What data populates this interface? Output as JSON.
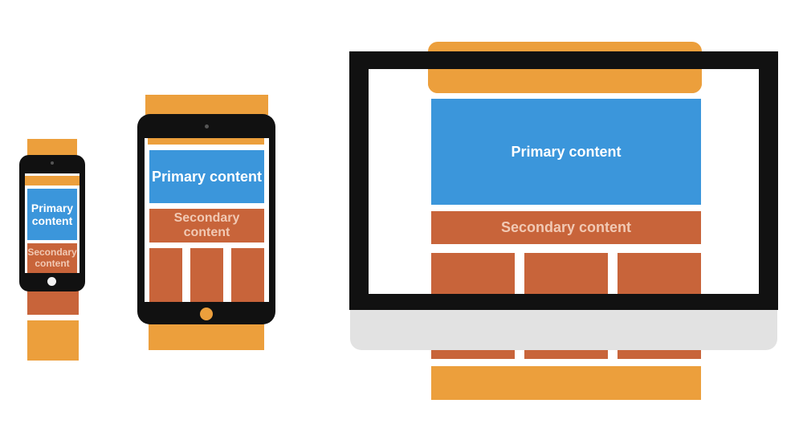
{
  "colors": {
    "header_footer": "#ec9f3c",
    "primary": "#3b96db",
    "secondary": "#c8643a",
    "bezel": "#111111",
    "monitor_chin": "#e2e2e2",
    "screen": "#ffffff"
  },
  "devices": {
    "phone": {
      "primary_label": "Primary content",
      "secondary_label": "Secondary content"
    },
    "tablet": {
      "primary_label": "Primary content",
      "secondary_label": "Secondary content"
    },
    "desktop": {
      "primary_label": "Primary content",
      "secondary_label": "Secondary content"
    }
  }
}
